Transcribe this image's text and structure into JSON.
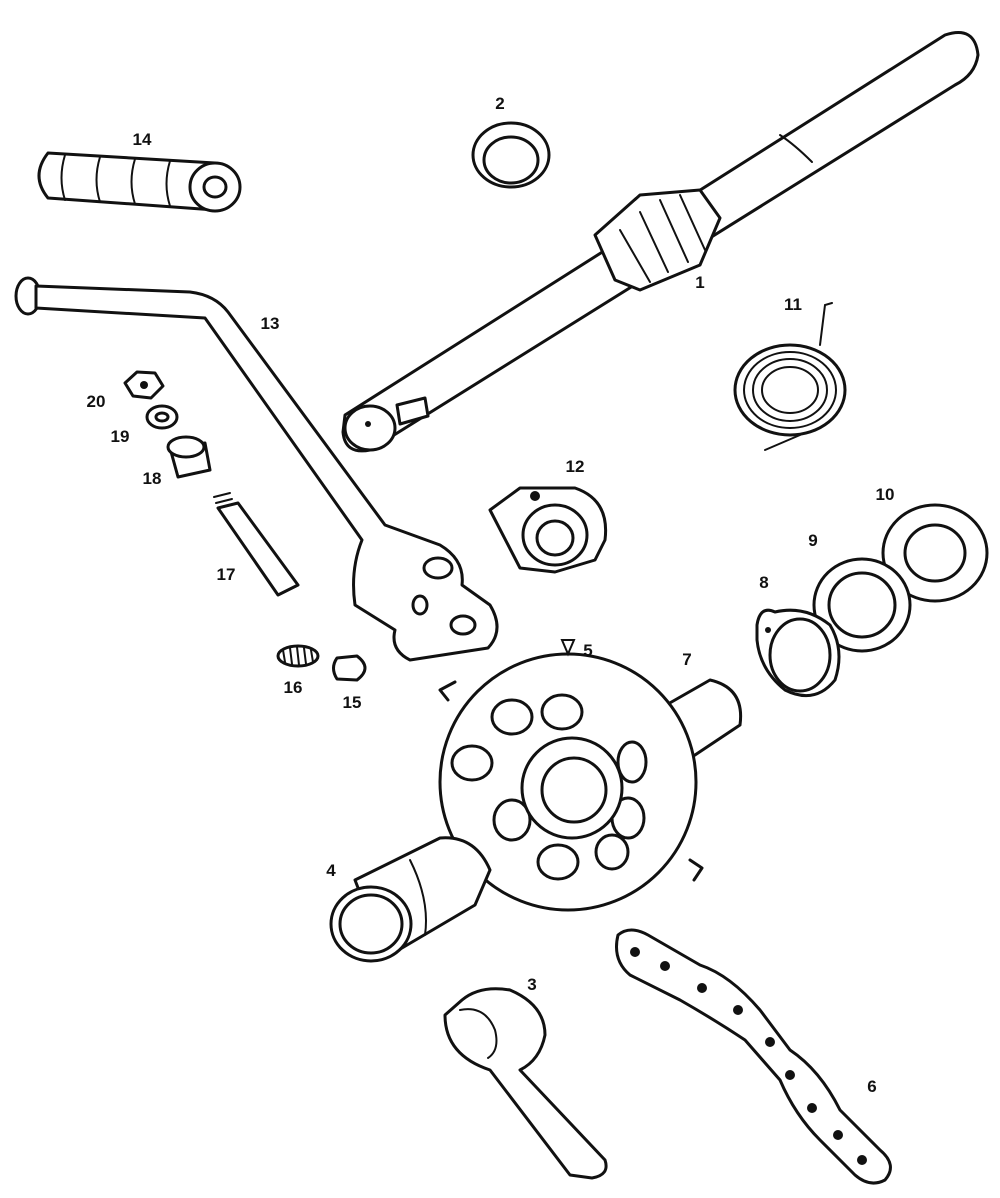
{
  "parts": [
    {
      "number": "1",
      "icon": "kickstart-shaft-icon"
    },
    {
      "number": "2",
      "icon": "bushing-ring-icon"
    },
    {
      "number": "3",
      "icon": "spanner-icon"
    },
    {
      "number": "4",
      "icon": "ratchet-gear-icon"
    },
    {
      "number": "5",
      "icon": "sprocket-icon"
    },
    {
      "number": "6",
      "icon": "chain-icon"
    },
    {
      "number": "7",
      "icon": "sleeve-bushing-icon"
    },
    {
      "number": "8",
      "icon": "circlip-icon"
    },
    {
      "number": "9",
      "icon": "thrust-washer-icon"
    },
    {
      "number": "10",
      "icon": "washer-icon"
    },
    {
      "number": "11",
      "icon": "return-spring-icon"
    },
    {
      "number": "12",
      "icon": "spring-guide-icon"
    },
    {
      "number": "13",
      "icon": "kick-lever-icon"
    },
    {
      "number": "14",
      "icon": "lever-rubber-icon"
    },
    {
      "number": "15",
      "icon": "detent-ball-icon"
    },
    {
      "number": "16",
      "icon": "detent-spring-icon"
    },
    {
      "number": "17",
      "icon": "pivot-bolt-icon"
    },
    {
      "number": "18",
      "icon": "spacer-icon"
    },
    {
      "number": "19",
      "icon": "lock-washer-icon"
    },
    {
      "number": "20",
      "icon": "nut-icon"
    }
  ]
}
